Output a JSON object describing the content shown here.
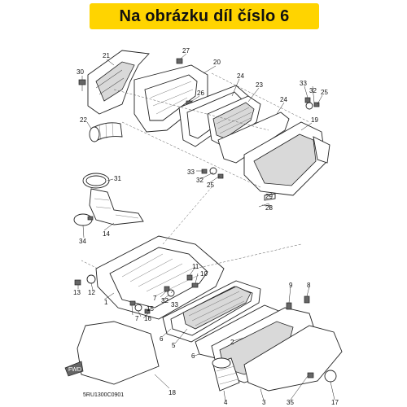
{
  "banner": {
    "text": "Na obrázku díl číslo 6",
    "color": "#ffd400"
  },
  "diagram_code": "5RU1300C0901",
  "fwd_label": "FWD",
  "callouts": [
    "21",
    "27",
    "20",
    "30",
    "24",
    "23",
    "33",
    "32",
    "25",
    "26",
    "19",
    "22",
    "24",
    "31",
    "33",
    "32",
    "25",
    "29",
    "28",
    "34",
    "14",
    "11",
    "10",
    "13",
    "12",
    "33",
    "7",
    "32",
    "9",
    "8",
    "1",
    "15",
    "7",
    "16",
    "6",
    "5",
    "6",
    "2",
    "18",
    "4",
    "3",
    "35",
    "17"
  ]
}
